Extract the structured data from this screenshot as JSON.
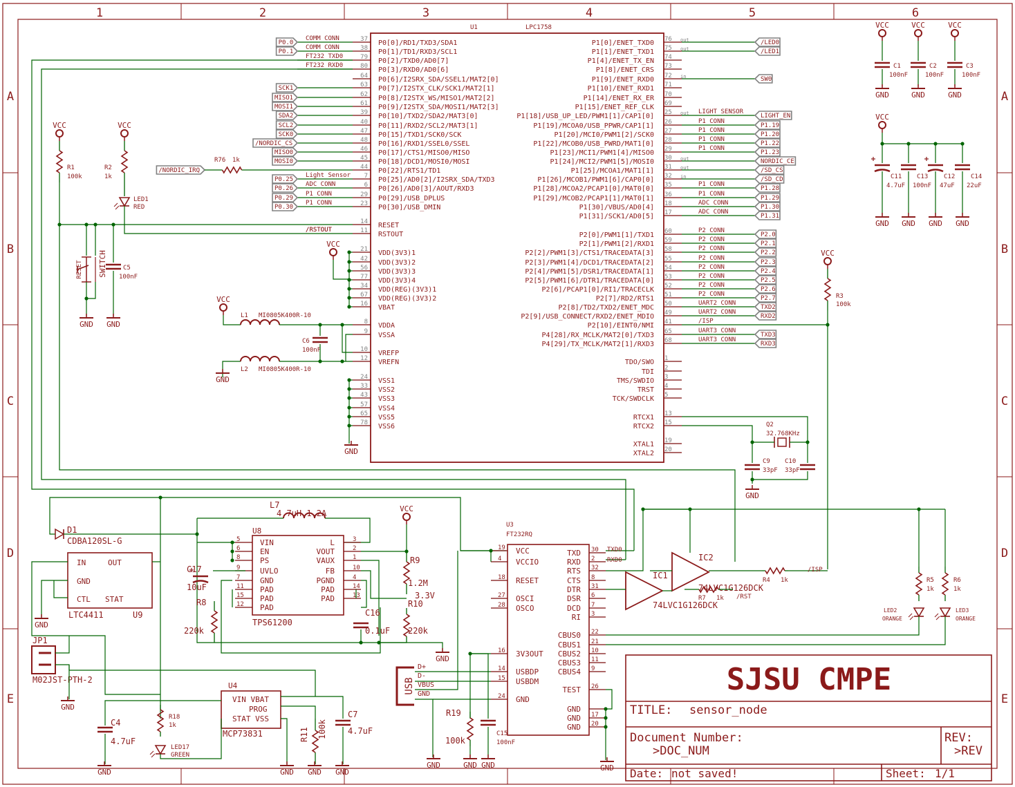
{
  "colors": {
    "wire": "#7a0c0c",
    "comp": "#8b1a1a",
    "net": "#006400",
    "frame": "#8b1a1a",
    "pin": "#808080"
  },
  "frame": {
    "cols": [
      "1",
      "2",
      "3",
      "4",
      "5",
      "6"
    ],
    "rows": [
      "A",
      "B",
      "C",
      "D",
      "E"
    ]
  },
  "title_block": {
    "company": "SJSU CMPE",
    "title_label": "TITLE:",
    "title_value": "sensor_node",
    "docnum_label": "Document Number:",
    "docnum_value": ">DOC_NUM",
    "rev_label": "REV:",
    "rev_value": ">REV",
    "date_label": "Date:",
    "date_value": "not saved!",
    "sheet_label": "Sheet:",
    "sheet_value": "1/1"
  },
  "u1": {
    "ref": "U1",
    "value": "LPC1758",
    "left_pins": [
      {
        "num": "37",
        "name": "P0[0]/RD1/TXD3/SDA1"
      },
      {
        "num": "38",
        "name": "P0[1]/TD1/RXD3/SCL1"
      },
      {
        "num": "79",
        "name": "P0[2]/TXD0/AD0[7]"
      },
      {
        "num": "80",
        "name": "P0[3]/RXD0/AD0[6]"
      },
      {
        "num": "64",
        "name": "P0[6]/I2SRX_SDA/SSEL1/MAT2[0]"
      },
      {
        "num": "63",
        "name": "P0[7]/I2STX_CLK/SCK1/MAT2[1]"
      },
      {
        "num": "62",
        "name": "P0[8]/I2STX_WS/MISO1/MAT2[2]"
      },
      {
        "num": "61",
        "name": "P0[9]/I2STX_SDA/MOSI1/MAT2[3]"
      },
      {
        "num": "39",
        "name": "P0[10]/TXD2/SDA2/MAT3[0]"
      },
      {
        "num": "40",
        "name": "P0[11]/RXD2/SCL2/MAT3[1]"
      },
      {
        "num": "47",
        "name": "P0[15]/TXD1/SCK0/SCK"
      },
      {
        "num": "48",
        "name": "P0[16]/RXD1/SSEL0/SSEL"
      },
      {
        "num": "46",
        "name": "P0[17]/CTS1/MISO0/MISO"
      },
      {
        "num": "45",
        "name": "P0[18]/DCD1/MOSI0/MOSI"
      },
      {
        "num": "44",
        "name": "P0[22]/RTS1/TD1"
      },
      {
        "num": "7",
        "name": "P0[25]/AD0[2]/I2SRX_SDA/TXD3"
      },
      {
        "num": "6",
        "name": "P0[26]/AD0[3]/AOUT/RXD3"
      },
      {
        "num": "29",
        "name": "P0[29]/USB_DPLUS"
      },
      {
        "num": "23",
        "name": "P0[30]/USB_DMIN"
      },
      {
        "num": "14",
        "name": "RESET"
      },
      {
        "num": "11",
        "name": "RSTOUT"
      },
      {
        "num": "21",
        "name": "VDD(3V3)1"
      },
      {
        "num": "42",
        "name": "VDD(3V3)2"
      },
      {
        "num": "56",
        "name": "VDD(3V3)3"
      },
      {
        "num": "77",
        "name": "VDD(3V3)4"
      },
      {
        "num": "34",
        "name": "VDD(REG)(3V3)1"
      },
      {
        "num": "67",
        "name": "VDD(REG)(3V3)2"
      },
      {
        "num": "16",
        "name": "VBAT"
      },
      {
        "num": "8",
        "name": "VDDA"
      },
      {
        "num": "9",
        "name": "VSSA"
      },
      {
        "num": "10",
        "name": "VREFP"
      },
      {
        "num": "12",
        "name": "VREFN"
      },
      {
        "num": "24",
        "name": "VSS1"
      },
      {
        "num": "33",
        "name": "VSS2"
      },
      {
        "num": "43",
        "name": "VSS3"
      },
      {
        "num": "57",
        "name": "VSS4"
      },
      {
        "num": "65",
        "name": "VSS5"
      },
      {
        "num": "78",
        "name": "VSS6"
      }
    ],
    "right_pins": [
      {
        "num": "76",
        "name": "P1[0]/ENET_TXD0"
      },
      {
        "num": "75",
        "name": "P1[1]/ENET_TXD1"
      },
      {
        "num": "74",
        "name": "P1[4]/ENET_TX_EN"
      },
      {
        "num": "73",
        "name": "P1[8]/ENET_CRS"
      },
      {
        "num": "72",
        "name": "P1[9]/ENET_RXD0"
      },
      {
        "num": "71",
        "name": "P1[10]/ENET_RXD1"
      },
      {
        "num": "70",
        "name": "P1[14]/ENET_RX_ER"
      },
      {
        "num": "69",
        "name": "P1[15]/ENET_REF_CLK"
      },
      {
        "num": "25",
        "name": "P1[18]/USB_UP_LED/PWM1[1]/CAP1[0]"
      },
      {
        "num": "26",
        "name": "P1[19]/MCOA0/USB_PPWR/CAP1[1]"
      },
      {
        "num": "27",
        "name": "P1[20]/MCI0/PWM1[2]/SCK0"
      },
      {
        "num": "28",
        "name": "P1[22]/MCOB0/USB_PWRD/MAT1[0]"
      },
      {
        "num": "29",
        "name": "P1[23]/MCI1/PWM1[4]/MISO0"
      },
      {
        "num": "30",
        "name": "P1[24]/MCI2/PWM1[5]/MOSI0"
      },
      {
        "num": "31",
        "name": "P1[25]/MCOA1/MAT1[1]"
      },
      {
        "num": "32",
        "name": "P1[26]/MCOB1/PWM1[6]/CAP0[0]"
      },
      {
        "num": "35",
        "name": "P1[28]/MCOA2/PCAP1[0]/MAT0[0]"
      },
      {
        "num": "36",
        "name": "P1[29]/MCOB2/PCAP1[1]/MAT0[1]"
      },
      {
        "num": "18",
        "name": "P1[30]/VBUS/AD0[4]"
      },
      {
        "num": "17",
        "name": "P1[31]/SCK1/AD0[5]"
      },
      {
        "num": "60",
        "name": "P2[0]/PWM1[1]/TXD1"
      },
      {
        "num": "59",
        "name": "P2[1]/PWM1[2]/RXD1"
      },
      {
        "num": "58",
        "name": "P2[2]/PWM1[3]/CTS1/TRACEDATA[3]"
      },
      {
        "num": "55",
        "name": "P2[3]/PWM1[4]/DCD1/TRACEDATA[2]"
      },
      {
        "num": "54",
        "name": "P2[4]/PWM1[5]/DSR1/TRACEDATA[1]"
      },
      {
        "num": "53",
        "name": "P2[5]/PWM1[6]/DTR1/TRACEDATA[0]"
      },
      {
        "num": "52",
        "name": "P2[6]/PCAP1[0]/RI1/TRACECLK"
      },
      {
        "num": "51",
        "name": "P2[7]/RD2/RTS1"
      },
      {
        "num": "50",
        "name": "P2[8]/TD2/TXD2/ENET_MDC"
      },
      {
        "num": "49",
        "name": "P2[9]/USB_CONNECT/RXD2/ENET_MDIO"
      },
      {
        "num": "41",
        "name": "P2[10]/EINT0/NMI"
      },
      {
        "num": "65",
        "name": "P4[28]/RX_MCLK/MAT2[0]/TXD3"
      },
      {
        "num": "68",
        "name": "P4[29]/TX_MCLK/MAT2[1]/RXD3"
      },
      {
        "num": "1",
        "name": "TDO/SWO"
      },
      {
        "num": "2",
        "name": "TDI"
      },
      {
        "num": "3",
        "name": "TMS/SWDIO"
      },
      {
        "num": "4",
        "name": "TRST"
      },
      {
        "num": "5",
        "name": "TCK/SWDCLK"
      },
      {
        "num": "13",
        "name": "RTCX1"
      },
      {
        "num": "15",
        "name": "RTCX2"
      },
      {
        "num": "19",
        "name": "XTAL1"
      },
      {
        "num": "20",
        "name": "XTAL2"
      }
    ]
  },
  "left_nets": {
    "flags": [
      "P0.0",
      "P0.1",
      "SCK1",
      "MISO1",
      "MOSI1",
      "SDA2",
      "SCL2",
      "SCK0",
      "/NORDIC_CS",
      "MISO0",
      "MOSI0",
      "P0.25",
      "P0.26",
      "P0.29",
      "P0.30",
      "/NORDIC_IRQ"
    ],
    "labels": [
      "COMM CONN",
      "COMM CONN",
      "FT232 TXD0",
      "FT232 RXD0",
      "Light Sensor",
      "ADC CONN",
      "P1 CONN",
      "P1 CONN",
      "/RSTOUT"
    ]
  },
  "right_nets": {
    "flags": [
      "/LED0",
      "/LED1",
      "SW0",
      "LIGHT_EN",
      "P1.19",
      "P1.20",
      "P1.22",
      "P1.23",
      "NORDIC_CE",
      "/SD_CS",
      "/SD_CD",
      "P1.28",
      "P1.29",
      "P1.30",
      "P1.31",
      "P2.0",
      "P2.1",
      "P2.2",
      "P2.3",
      "P2.4",
      "P2.5",
      "P2.6",
      "P2.7",
      "TXD2",
      "RXD2",
      "TXD3",
      "RXD3"
    ],
    "labels": [
      "LIGHT SENSOR",
      "P1 CONN",
      "P1 CONN",
      "P1 CONN",
      "P1 CONN",
      "P1 CONN",
      "P1 CONN",
      "ADC CONN",
      "ADC CONN",
      "P2 CONN",
      "P2 CONN",
      "P2 CONN",
      "P2 CONN",
      "P2 CONN",
      "P2 CONN",
      "P2 CONN",
      "P2 CONN",
      "UART2 CONN",
      "UART2 CONN",
      "/ISP",
      "UART3 CONN",
      "UART3 CONN"
    ],
    "dirs": [
      "out",
      "out",
      "in",
      "out",
      "out",
      "out",
      "in"
    ]
  },
  "power": {
    "vcc": "VCC",
    "gnd": "GND"
  },
  "parts": {
    "R1": [
      "R1",
      "100k"
    ],
    "R2": [
      "R2",
      "1k"
    ],
    "R3": [
      "R3",
      "100k"
    ],
    "R76": [
      "R76",
      "1k"
    ],
    "LED1": [
      "LED1",
      "RED"
    ],
    "C5": [
      "C5",
      "100nF"
    ],
    "SW": [
      "RESET",
      "SWITCH"
    ],
    "L1": [
      "L1",
      "MI0805K400R-10"
    ],
    "L2": [
      "L2",
      "MI0805K400R-10"
    ],
    "C6": [
      "C6",
      "100nF"
    ],
    "Q2": [
      "Q2",
      "32.768KHz"
    ],
    "C9": [
      "C9",
      "33pF"
    ],
    "C10": [
      "C10",
      "33pF"
    ],
    "C1": [
      "C1",
      "100nF"
    ],
    "C2": [
      "C2",
      "100nF"
    ],
    "C3": [
      "C3",
      "100nF"
    ],
    "C11": [
      "C11",
      "4.7uF"
    ],
    "C13": [
      "C13",
      "100nF"
    ],
    "C12": [
      "C12",
      "47uF"
    ],
    "C14": [
      "C14",
      "22uF"
    ],
    "D1": [
      "D1",
      "CDBA120SL-G"
    ],
    "U9": [
      "U9",
      "LTC4411"
    ],
    "L7": [
      "L7",
      "4.7uH 1.2A"
    ],
    "U8": [
      "U8",
      "TPS61200"
    ],
    "C17": [
      "C17",
      "10uF"
    ],
    "R8": [
      "R8",
      "220k"
    ],
    "R9": [
      "R9",
      "1.2M"
    ],
    "R10": [
      "R10",
      "220k"
    ],
    "C16": [
      "C16",
      "0.1uF"
    ],
    "V33": "3.3V",
    "JP1": [
      "JP1",
      "M02JST-PTH-2"
    ],
    "U4": [
      "U4",
      "MCP73831"
    ],
    "C4": [
      "C4",
      "4.7uF"
    ],
    "C7": [
      "C7",
      "4.7uF"
    ],
    "R18": [
      "R18",
      "1k"
    ],
    "LED17": [
      "LED17",
      "GREEN"
    ],
    "R11": [
      "R11",
      "100k"
    ],
    "U3": [
      "U3",
      "FT232RQ"
    ],
    "R19": [
      "R19",
      "100k"
    ],
    "C15": [
      "C15",
      "100nF"
    ],
    "IC1": [
      "IC1",
      "74LVC1G126DCK"
    ],
    "IC2": [
      "IC2",
      "74LVC1G126DCK"
    ],
    "R7": [
      "R7",
      "1k"
    ],
    "R4": [
      "R4",
      "1k"
    ],
    "R5": [
      "R5",
      "1k"
    ],
    "R6": [
      "R6",
      "1k"
    ],
    "LED2": [
      "LED2",
      "ORANGE"
    ],
    "LED3": [
      "LED3",
      "ORANGE"
    ]
  },
  "u9_pins": {
    "in": "IN",
    "gnd": "GND",
    "ctl": "CTL",
    "out": "OUT",
    "stat": "STAT"
  },
  "u8_pins": {
    "l": [
      "VIN",
      "EN",
      "PS",
      "UVLO",
      "GND",
      "PAD",
      "PAD",
      "PAD"
    ],
    "r": [
      "L",
      "VOUT",
      "VAUX",
      "FB",
      "PGND",
      "PAD",
      "PAD"
    ]
  },
  "u4_pins": {
    "a": "VIN VBAT",
    "b": "PROG",
    "c": "STAT VSS"
  },
  "u3_pins": {
    "l": [
      "VCC",
      "VCCIO",
      "RESET",
      "OSCI",
      "OSCO",
      "3V3OUT",
      "USBDP",
      "USBDM",
      "GND"
    ],
    "r": [
      "TXD",
      "RXD",
      "RTS",
      "CTS",
      "DTR",
      "DSR",
      "DCD",
      "RI",
      "CBUS0",
      "CBUS1",
      "CBUS2",
      "CBUS3",
      "CBUS4",
      "TEST",
      "GND",
      "GND",
      "GND"
    ]
  },
  "usb": {
    "label": "USB",
    "pins": [
      "D+",
      "D-",
      "VBUS",
      "GND"
    ]
  },
  "misc": {
    "txd0": "TXD0",
    "rxd0": "RXD0",
    "isp": "/ISP",
    "rst": "/RST"
  }
}
